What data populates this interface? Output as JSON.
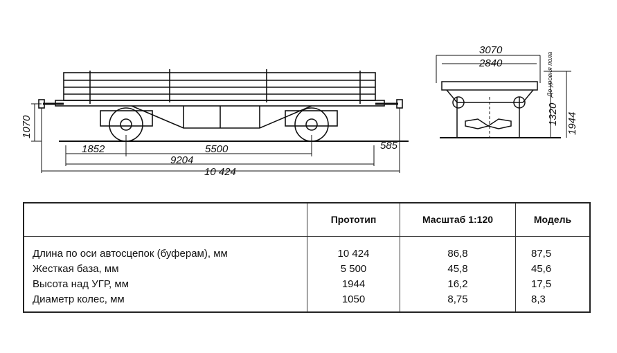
{
  "drawing": {
    "side_view": {
      "dimensions": [
        "1070",
        "1852",
        "5500",
        "585",
        "9204",
        "10 424"
      ]
    },
    "end_view": {
      "dimensions": [
        "3070",
        "2840",
        "1320",
        "1944"
      ],
      "label": "До уровня пола"
    }
  },
  "table": {
    "headers": [
      "",
      "Прототип",
      "Масштаб 1:120",
      "Модель"
    ],
    "rows": [
      [
        "Длина по оси автосцепок (буферам), мм",
        "10 424",
        "86,8",
        "87,5"
      ],
      [
        "Жесткая  база, мм",
        "5 500",
        "45,8",
        "45,6"
      ],
      [
        "Высота над УГР, мм",
        "1944",
        "16,2",
        "17,5"
      ],
      [
        "Диаметр колес, мм",
        "1050",
        "8,75",
        "8,3"
      ]
    ]
  }
}
